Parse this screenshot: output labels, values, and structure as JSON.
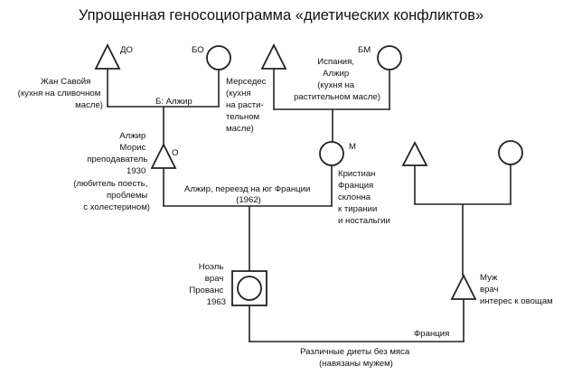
{
  "title": "Упрощенная геносоциограмма «диетических конфликтов»",
  "nodes": {
    "do": {
      "label": "ДО"
    },
    "bo": {
      "label": "БО"
    },
    "bm": {
      "label": "БМ"
    },
    "o": {
      "label": "О"
    },
    "m": {
      "label": "М"
    }
  },
  "texts": {
    "jean": [
      "Жан Савойя",
      "(кухня на сливочном",
      "масле)"
    ],
    "mercedes": [
      "Мерседес",
      "(кухня",
      "на расти-",
      "тельном",
      "масле)"
    ],
    "spain": [
      "Испания,",
      "Алжир",
      "(кухня на",
      "растительном масле)"
    ],
    "b_algeria": "Б: Алжир",
    "maurice": [
      "Алжир",
      "Морис",
      "преподаватель",
      "1930",
      "(любитель поесть,",
      "проблемы",
      "с холестерином)"
    ],
    "move": [
      "Алжир, переезд на юг Франции",
      "(1962)"
    ],
    "christiane": [
      "Кристиан",
      "Франция",
      "склонна",
      "к тирании",
      "и ностальгии"
    ],
    "noel": [
      "Ноэль",
      "врач",
      "Прованс",
      "1963"
    ],
    "husband": [
      "Муж",
      "врач",
      "интерес к овощам"
    ],
    "france": "Франция",
    "diets": [
      "Различные диеты без мяса",
      "(навязаны мужем)"
    ]
  }
}
